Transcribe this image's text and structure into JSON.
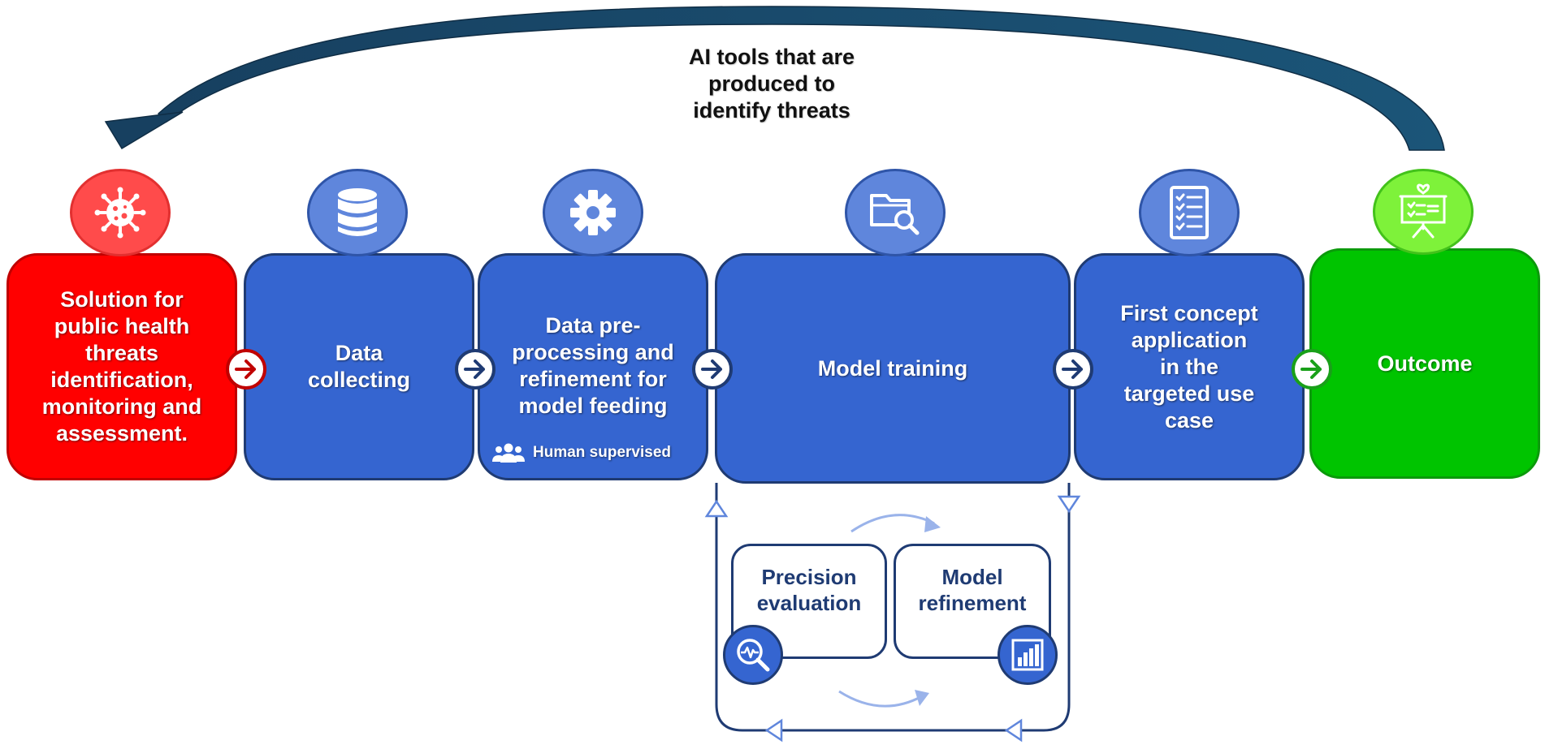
{
  "top_arc_label": "AI tools that are\nproduced to\nidentify threats",
  "steps": [
    {
      "label": "Solution for\npublic health\nthreats\nidentification,\nmonitoring and\nassessment.",
      "icon": "virus-icon",
      "color": "#ff0000"
    },
    {
      "label": "Data\ncollecting",
      "icon": "database-icon",
      "color": "#3565d0"
    },
    {
      "label": "Data pre-\nprocessing and\nrefinement for\nmodel feeding",
      "icon": "gear-icon",
      "color": "#3565d0"
    },
    {
      "label": "Model training",
      "icon": "folder-search-icon",
      "color": "#3565d0"
    },
    {
      "label": "First concept\napplication\nin the\ntargeted use\ncase",
      "icon": "checklist-icon",
      "color": "#3565d0"
    },
    {
      "label": "Outcome",
      "icon": "presentation-board-icon",
      "color": "#00c400"
    }
  ],
  "human_supervised": "Human supervised",
  "loop": {
    "precision_evaluation": "Precision\nevaluation",
    "model_refinement": "Model\nrefinement"
  },
  "colors": {
    "primary_blue": "#3565d0",
    "dark_navy": "#1f3b73",
    "icon_circle_blue": "#5f86dc",
    "red": "#ff0000",
    "green": "#00c400",
    "arc": "#1b4f72"
  }
}
